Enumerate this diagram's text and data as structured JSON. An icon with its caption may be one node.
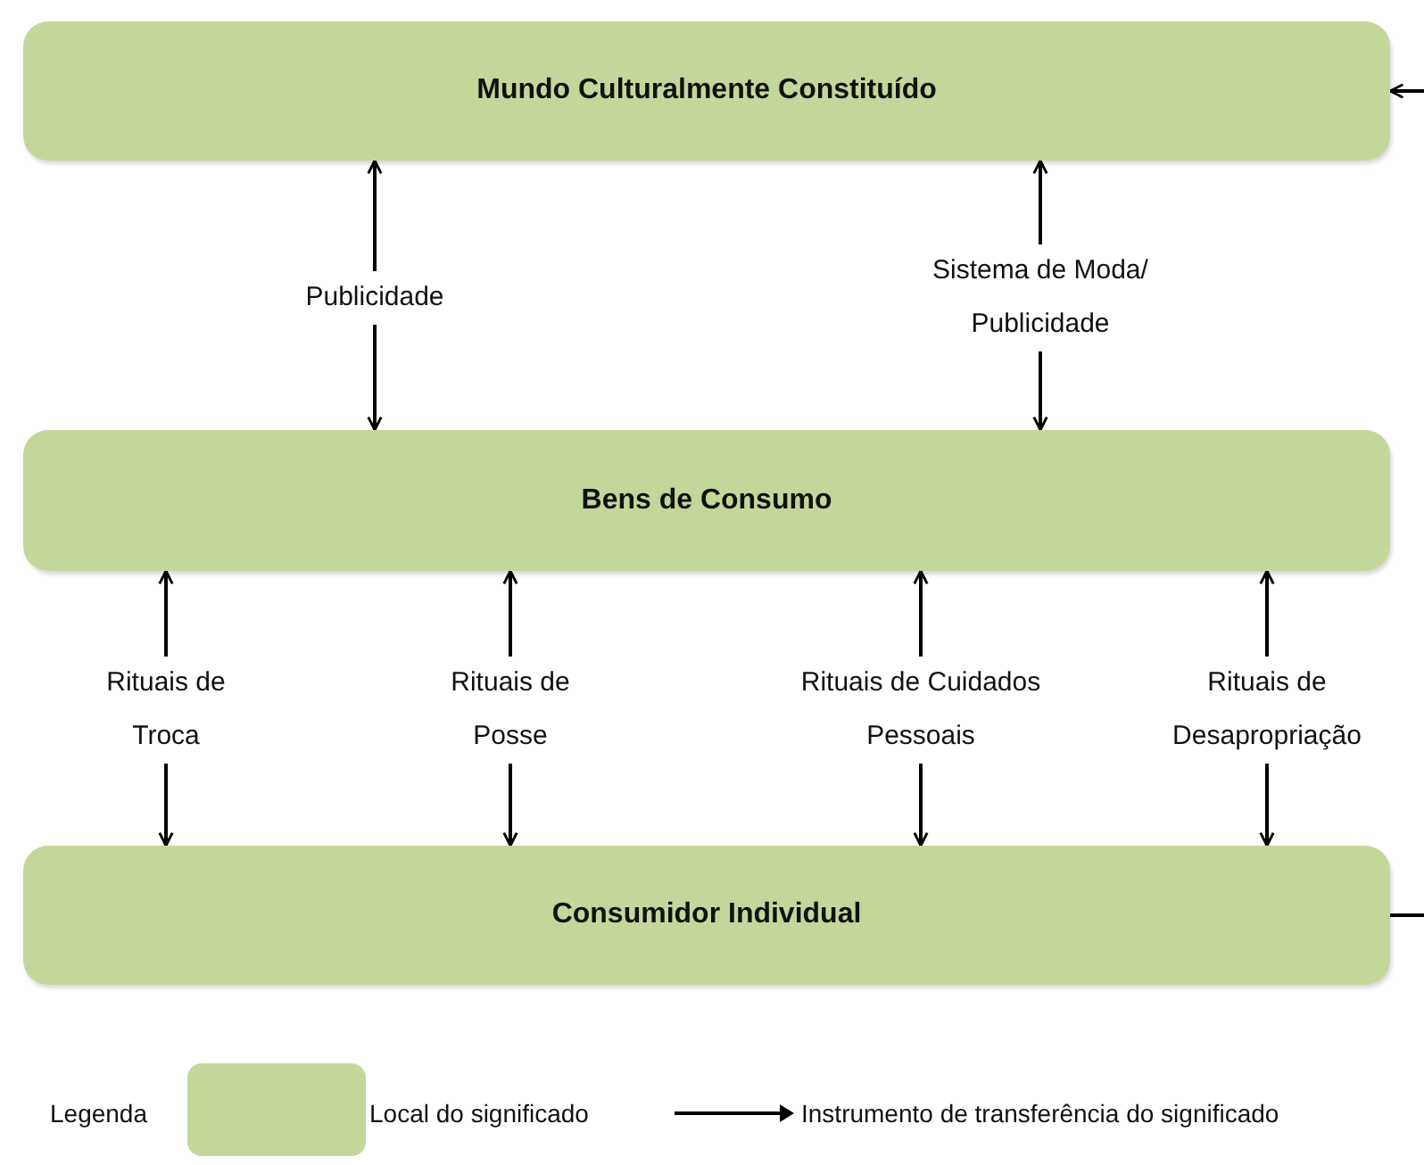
{
  "diagram": {
    "nodes": [
      {
        "text": [
          "Mundo Culturalmente Constituído"
        ]
      },
      {
        "text": [
          "Bens de Consumo"
        ]
      },
      {
        "text": [
          "Consumidor Individual"
        ]
      }
    ],
    "edges": [
      {
        "from": 1,
        "to": 0,
        "arrow": "both",
        "label": "Publicidade"
      },
      {
        "from": 1,
        "to": 0,
        "arrow": "both",
        "label": "Sistema de Moda/ Publicidade"
      },
      {
        "from": 2,
        "to": 1,
        "arrow": "both",
        "label": "Rituais de Troca"
      },
      {
        "from": 2,
        "to": 1,
        "arrow": "both",
        "label": "Rituais de Posse"
      },
      {
        "from": 2,
        "to": 1,
        "arrow": "both",
        "label": "Rituais de Cuidados Pessoais"
      },
      {
        "from": 2,
        "to": 1,
        "arrow": "both",
        "label": "Rituais de Desapropriação"
      },
      {
        "from": null,
        "to": 0,
        "arrow": "to"
      },
      {
        "from": 2,
        "to": null,
        "arrow": "none"
      }
    ],
    "labels": [
      "Legenda"
    ],
    "legend": [
      {
        "text": "Local do significado",
        "color": "#c4d79b"
      },
      {
        "text": "Instrumento de transferência do significado"
      }
    ]
  }
}
